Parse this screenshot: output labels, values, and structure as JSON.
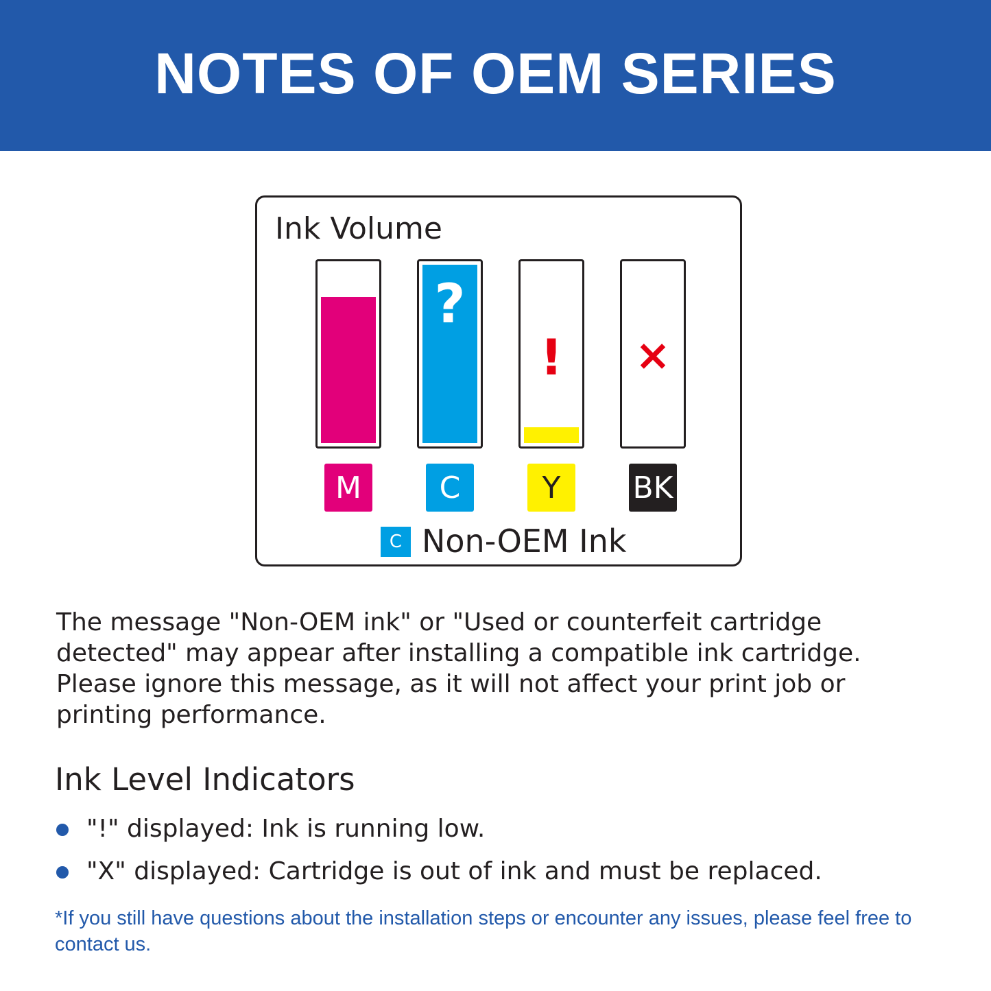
{
  "header": {
    "title": "NOTES OF OEM SERIES",
    "background": "#2259aa"
  },
  "panel": {
    "title": "Ink Volume",
    "tanks": [
      {
        "label": "M",
        "color": "#e2007a",
        "level": 0.82,
        "mark": ""
      },
      {
        "label": "C",
        "color": "#009fe3",
        "level": 1.0,
        "mark": "?"
      },
      {
        "label": "Y",
        "color": "#fff100",
        "level": 0.09,
        "mark": "!"
      },
      {
        "label": "BK",
        "color": "#231f20",
        "level": 0.0,
        "mark": "×"
      }
    ],
    "legend": {
      "chip_label": "C",
      "text": "Non-OEM Ink"
    }
  },
  "paragraph": "The message \"Non-OEM ink\" or \"Used or counterfeit cartridge detected\" may appear after installing a compatible ink cartridge. Please ignore this message, as it will not affect your print job or printing performance.",
  "indicators": {
    "title": "Ink Level Indicators",
    "items": [
      "\"!\" displayed: Ink is running low.",
      "\"X\" displayed: Cartridge is out of ink and must be replaced."
    ]
  },
  "note": "*If you still have questions about the installation steps or encounter any issues, please feel free to contact us."
}
